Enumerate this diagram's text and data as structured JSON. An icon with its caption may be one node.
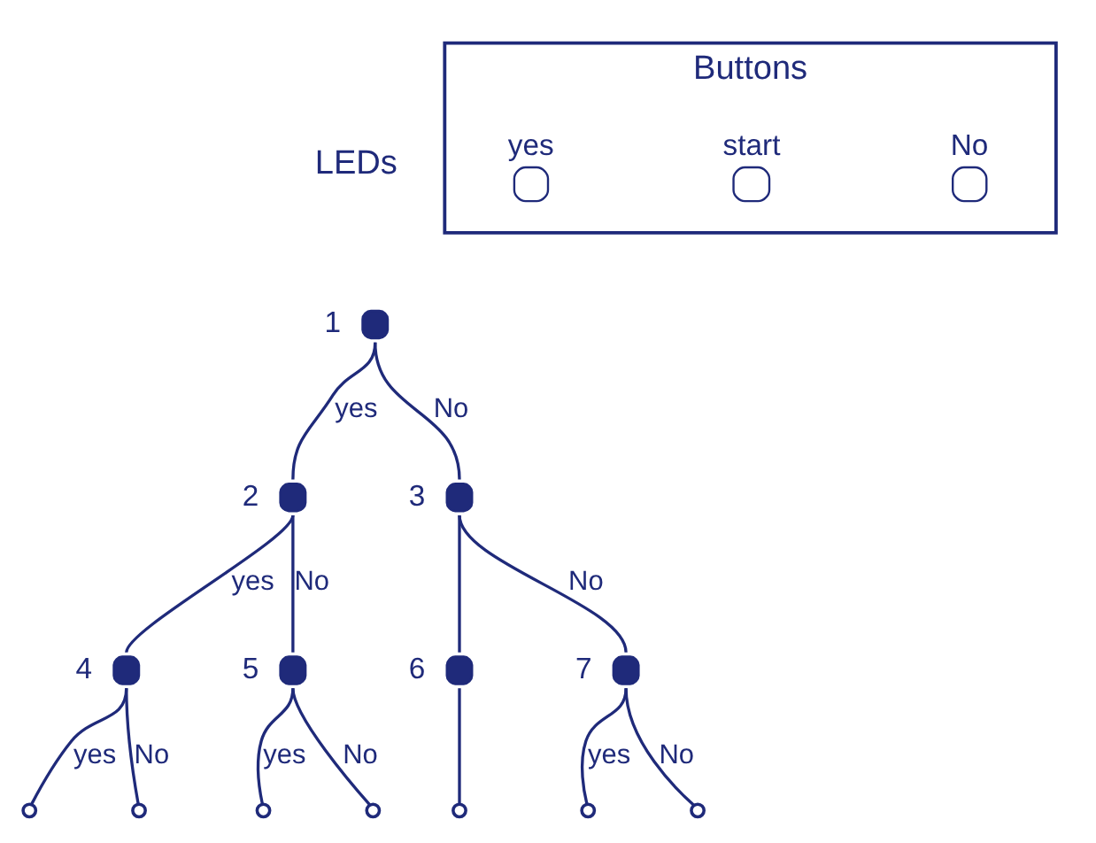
{
  "diagram": {
    "nodes": [
      {
        "text": [
          "Buttons"
        ]
      },
      {
        "text": [
          "yes"
        ],
        "in": 0
      },
      {
        "text": [
          "start"
        ],
        "in": 0
      },
      {
        "text": [
          "No"
        ],
        "in": 0
      },
      {
        "text": [],
        "shape": "dot",
        "beside": [
          "1"
        ]
      },
      {
        "text": [],
        "shape": "dot",
        "beside": [
          "2"
        ]
      },
      {
        "text": [],
        "shape": "dot",
        "beside": [
          "3"
        ]
      },
      {
        "text": [],
        "shape": "dot",
        "beside": [
          "4"
        ]
      },
      {
        "text": [],
        "shape": "dot",
        "beside": [
          "5"
        ]
      },
      {
        "text": [],
        "shape": "dot",
        "beside": [
          "6"
        ]
      },
      {
        "text": [],
        "shape": "dot",
        "beside": [
          "7"
        ]
      },
      {
        "text": [],
        "shape": "circle"
      },
      {
        "text": [],
        "shape": "circle"
      },
      {
        "text": [],
        "shape": "circle"
      },
      {
        "text": [],
        "shape": "circle"
      },
      {
        "text": [],
        "shape": "circle"
      },
      {
        "text": [],
        "shape": "circle"
      },
      {
        "text": [],
        "shape": "circle"
      }
    ],
    "edges": [
      {
        "from": 4,
        "to": 5,
        "arrow": "none",
        "label": "yes"
      },
      {
        "from": 4,
        "to": 6,
        "arrow": "none",
        "label": "No"
      },
      {
        "from": 5,
        "to": 7,
        "arrow": "none",
        "label": "yes"
      },
      {
        "from": 5,
        "to": 8,
        "arrow": "none",
        "label": "No"
      },
      {
        "from": 6,
        "to": 9,
        "arrow": "none"
      },
      {
        "from": 6,
        "to": 10,
        "arrow": "none",
        "label": "No"
      },
      {
        "from": 7,
        "to": 11,
        "arrow": "none",
        "label": "yes"
      },
      {
        "from": 7,
        "to": 12,
        "arrow": "none",
        "label": "No"
      },
      {
        "from": 8,
        "to": 13,
        "arrow": "none",
        "label": "yes"
      },
      {
        "from": 8,
        "to": 14,
        "arrow": "none",
        "label": "No"
      },
      {
        "from": 9,
        "to": 15,
        "arrow": "none"
      },
      {
        "from": 10,
        "to": 16,
        "arrow": "none",
        "label": "yes"
      },
      {
        "from": 10,
        "to": 17,
        "arrow": "none",
        "label": "No"
      }
    ],
    "labels": [
      "LEDs"
    ]
  }
}
